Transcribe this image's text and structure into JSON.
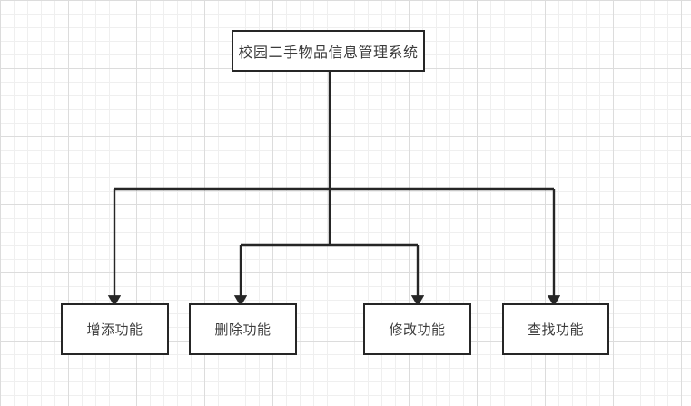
{
  "diagram": {
    "type": "hierarchy-tree",
    "title": "校园二手物品信息管理系统",
    "root": {
      "id": "root",
      "label": "校园二手物品信息管理系统"
    },
    "children": [
      {
        "id": "add",
        "label": "增添功能"
      },
      {
        "id": "delete",
        "label": "删除功能"
      },
      {
        "id": "modify",
        "label": "修改功能"
      },
      {
        "id": "search",
        "label": "查找功能"
      }
    ],
    "edges": [
      {
        "from": "root",
        "to": "add",
        "arrow": "down"
      },
      {
        "from": "root",
        "to": "delete",
        "arrow": "down"
      },
      {
        "from": "root",
        "to": "modify",
        "arrow": "down"
      },
      {
        "from": "root",
        "to": "search",
        "arrow": "down"
      }
    ],
    "colors": {
      "node_border": "#262626",
      "node_fill": "#ffffff",
      "text": "#3c3c3c",
      "edge": "#262626",
      "grid_minor": "#efefef",
      "grid_major": "#dcdcdc",
      "canvas": "#ffffff"
    }
  }
}
